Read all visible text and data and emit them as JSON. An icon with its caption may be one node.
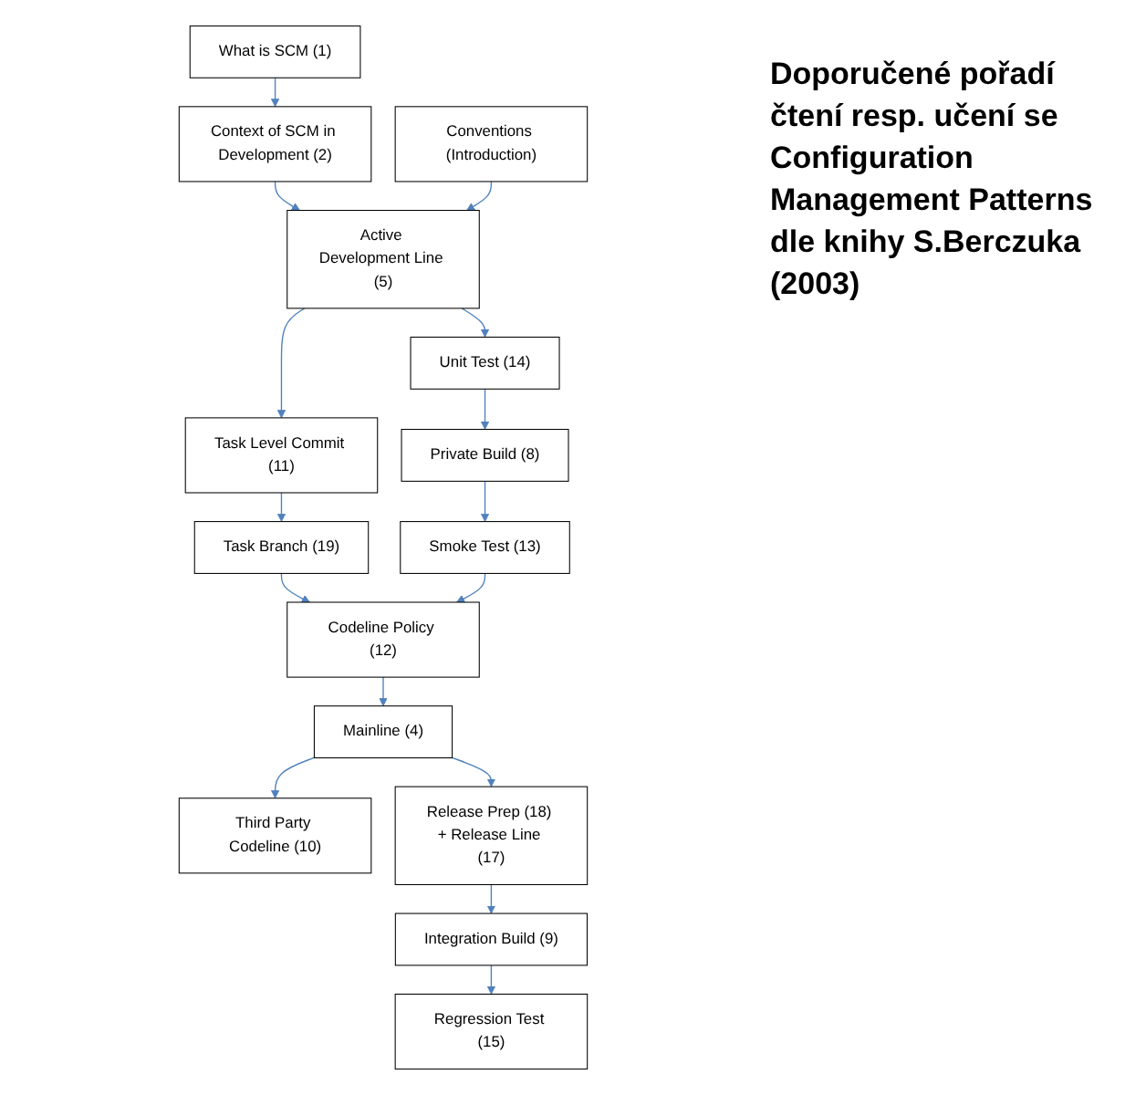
{
  "diagram": {
    "title": "Doporučené pořadí čtení resp. učení se Configuration Management Patterns dle knihy S.Berczuka (2003)",
    "nodes": [
      {
        "text": [
          "What is SCM (1)"
        ]
      },
      {
        "text": [
          "Context of SCM in Development (2)"
        ]
      },
      {
        "text": [
          "Conventions (Introduction)"
        ]
      },
      {
        "text": [
          "Active Development Line (5)"
        ]
      },
      {
        "text": [
          "Task Level Commit (11)"
        ]
      },
      {
        "text": [
          "Unit Test (14)"
        ]
      },
      {
        "text": [
          "Task Branch (19)"
        ]
      },
      {
        "text": [
          "Private Build (8)"
        ]
      },
      {
        "text": [
          "Smoke Test (13)"
        ]
      },
      {
        "text": [
          "Codeline Policy (12)"
        ]
      },
      {
        "text": [
          "Mainline (4)"
        ]
      },
      {
        "text": [
          "Third Party Codeline (10)"
        ]
      },
      {
        "text": [
          "Release Prep (18) + Release Line (17)"
        ]
      },
      {
        "text": [
          "Integration Build (9)"
        ]
      },
      {
        "text": [
          "Regression Test (15)"
        ]
      }
    ],
    "edges": [
      {
        "from": 0,
        "to": 1,
        "arrow": "to"
      },
      {
        "from": 1,
        "to": 3,
        "arrow": "to"
      },
      {
        "from": 2,
        "to": 3,
        "arrow": "to"
      },
      {
        "from": 3,
        "to": 4,
        "arrow": "to"
      },
      {
        "from": 3,
        "to": 5,
        "arrow": "to"
      },
      {
        "from": 4,
        "to": 6,
        "arrow": "to"
      },
      {
        "from": 5,
        "to": 7,
        "arrow": "to"
      },
      {
        "from": 7,
        "to": 8,
        "arrow": "to"
      },
      {
        "from": 6,
        "to": 9,
        "arrow": "to"
      },
      {
        "from": 8,
        "to": 9,
        "arrow": "to"
      },
      {
        "from": 9,
        "to": 10,
        "arrow": "to"
      },
      {
        "from": 10,
        "to": 11,
        "arrow": "to"
      },
      {
        "from": 10,
        "to": 12,
        "arrow": "to"
      },
      {
        "from": 12,
        "to": 13,
        "arrow": "to"
      },
      {
        "from": 13,
        "to": 14,
        "arrow": "to"
      }
    ]
  }
}
